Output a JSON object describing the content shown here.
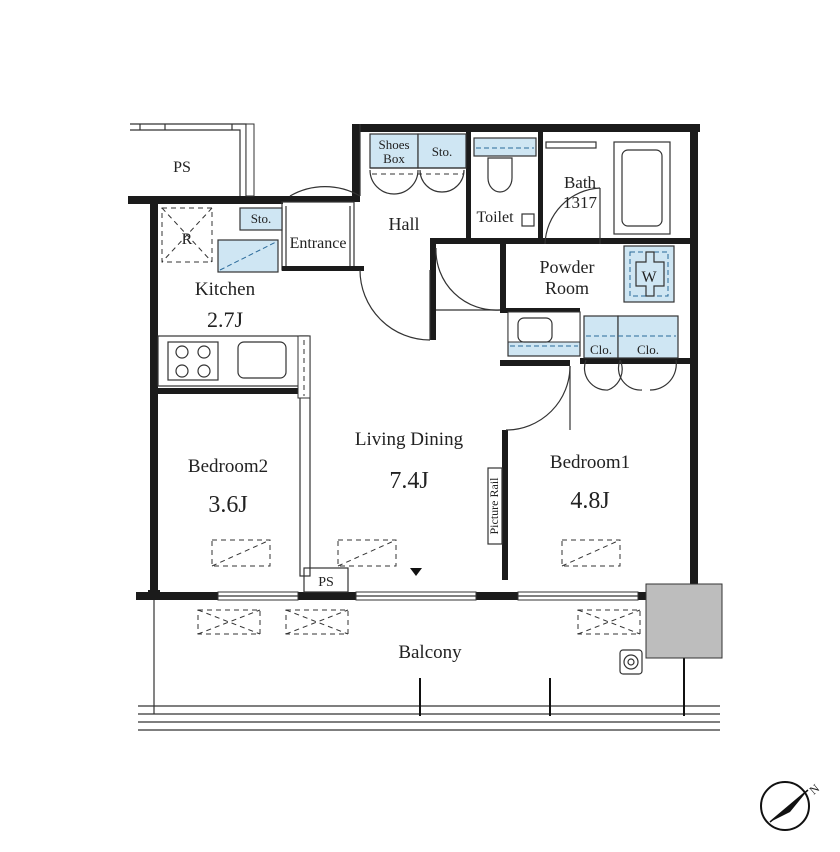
{
  "floor_plan": {
    "rooms": {
      "ps_top": "PS",
      "shoes_box_line1": "Shoes",
      "shoes_box_line2": "Box",
      "sto_hall": "Sto.",
      "bath": "Bath",
      "bath_size": "1317",
      "toilet": "Toilet",
      "hall": "Hall",
      "sto_kitchen": "Sto.",
      "entrance": "Entrance",
      "refrigerator": "R",
      "powder_room_line1": "Powder",
      "powder_room_line2": "Room",
      "washer": "W",
      "kitchen": "Kitchen",
      "kitchen_size": "2.7J",
      "clo_1": "Clo.",
      "clo_2": "Clo.",
      "living_dining": "Living Dining",
      "living_dining_size": "7.4J",
      "bedroom2": "Bedroom2",
      "bedroom2_size": "3.6J",
      "bedroom1": "Bedroom1",
      "bedroom1_size": "4.8J",
      "picture_rail": "Picture Rail",
      "ps_bottom": "PS",
      "balcony": "Balcony"
    },
    "compass_letter": "N",
    "colors": {
      "wall": "#1b1b1b",
      "storage_fill": "#cfe6f3",
      "outdoor_unit": "#bdbdbd",
      "line": "#333333"
    }
  }
}
